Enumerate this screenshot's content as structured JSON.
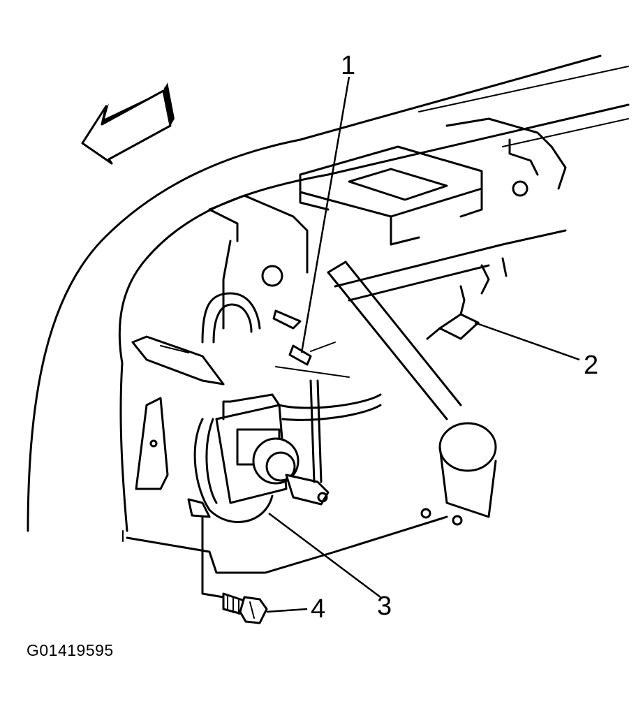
{
  "callouts": [
    {
      "id": 1,
      "text": "1"
    },
    {
      "id": 2,
      "text": "2"
    },
    {
      "id": 3,
      "text": "3"
    },
    {
      "id": 4,
      "text": "4"
    }
  ],
  "figure_id": "G01419595",
  "icons": [
    "front-direction-arrow-icon"
  ],
  "colors": {
    "line": "#000000",
    "background": "#ffffff"
  }
}
